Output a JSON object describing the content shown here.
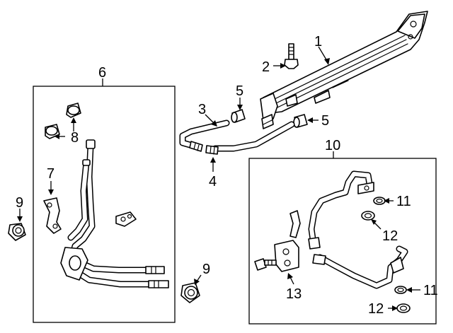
{
  "callouts": {
    "c1": "1",
    "c2": "2",
    "c3": "3",
    "c4": "4",
    "c5a": "5",
    "c5b": "5",
    "c6": "6",
    "c7": "7",
    "c8": "8",
    "c9a": "9",
    "c9b": "9",
    "c10": "10",
    "c11a": "11",
    "c11b": "11",
    "c12a": "12",
    "c12b": "12",
    "c13": "13"
  },
  "colors": {
    "line": "#000000",
    "background": "#ffffff"
  }
}
